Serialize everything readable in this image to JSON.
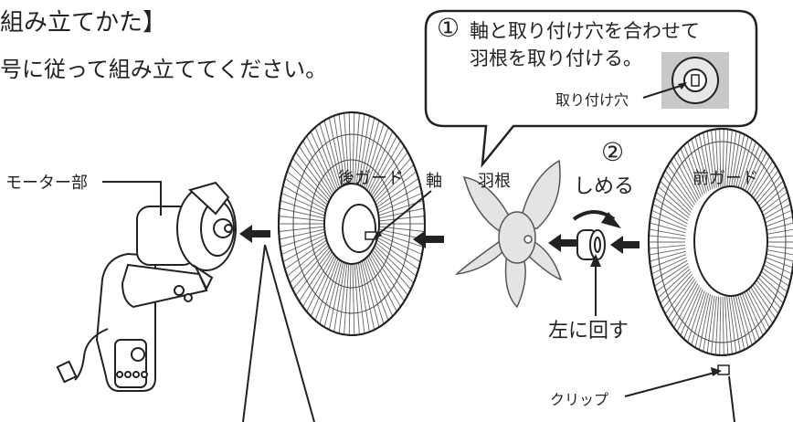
{
  "header": {
    "title": "組み立てかた】",
    "instruction": "号に従って組み立ててください。"
  },
  "callout": {
    "step_number": "①",
    "line1": "軸と取り付け穴を合わせて",
    "line2": "羽根を取り付ける。",
    "hole_label": "取り付け穴"
  },
  "labels": {
    "motor": "モーター部",
    "rear_guard": "後ガード",
    "shaft": "軸",
    "blade": "羽根",
    "step2_number": "②",
    "tighten": "しめる",
    "turn_left": "左に回す",
    "front_guard": "前ガード",
    "clip": "クリップ"
  },
  "colors": {
    "line": "#222222",
    "bubble_fill": "#ffffff",
    "gray_box": "#c8c8c8",
    "blade_fill": "#e4e4e4"
  }
}
